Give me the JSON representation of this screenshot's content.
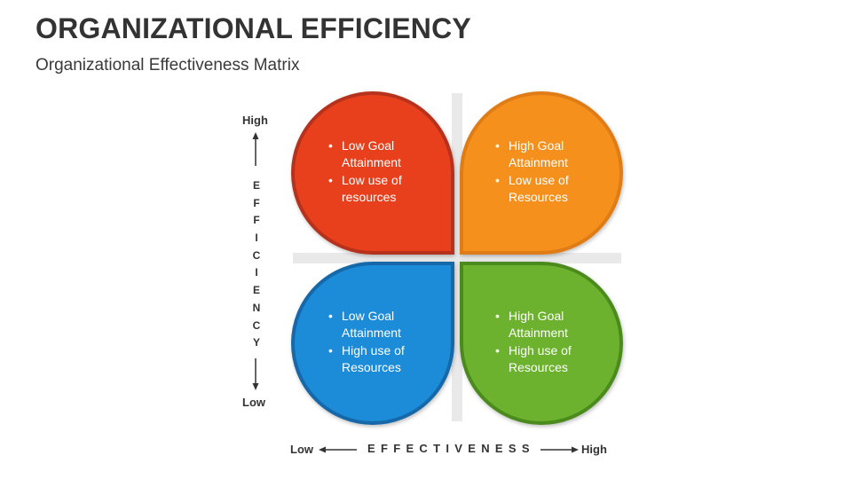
{
  "header": {
    "title": "ORGANIZATIONAL EFFICIENCY",
    "subtitle": "Organizational Effectiveness Matrix"
  },
  "y_axis": {
    "high": "High",
    "low": "Low",
    "letters": [
      "E",
      "F",
      "F",
      "I",
      "C",
      "I",
      "E",
      "N",
      "C",
      "Y"
    ]
  },
  "x_axis": {
    "low": "Low",
    "label": "EFFECTIVENESS",
    "high": "High"
  },
  "quadrants": [
    {
      "id": "top-left",
      "color": "#E8411C",
      "border": "#B6321A",
      "items": [
        "Low Goal Attainment",
        "Low use of resources"
      ]
    },
    {
      "id": "top-right",
      "color": "#F5901E",
      "border": "#E07B14",
      "items": [
        "High Goal Attainment",
        "Low use of Resources"
      ]
    },
    {
      "id": "bottom-left",
      "color": "#1A8BD8",
      "border": "#1468A8",
      "items": [
        "Low Goal Attainment",
        "High use of Resources"
      ]
    },
    {
      "id": "bottom-right",
      "color": "#6CB22E",
      "border": "#4C8A1E",
      "items": [
        "High Goal Attainment",
        "High use of Resources"
      ]
    }
  ]
}
